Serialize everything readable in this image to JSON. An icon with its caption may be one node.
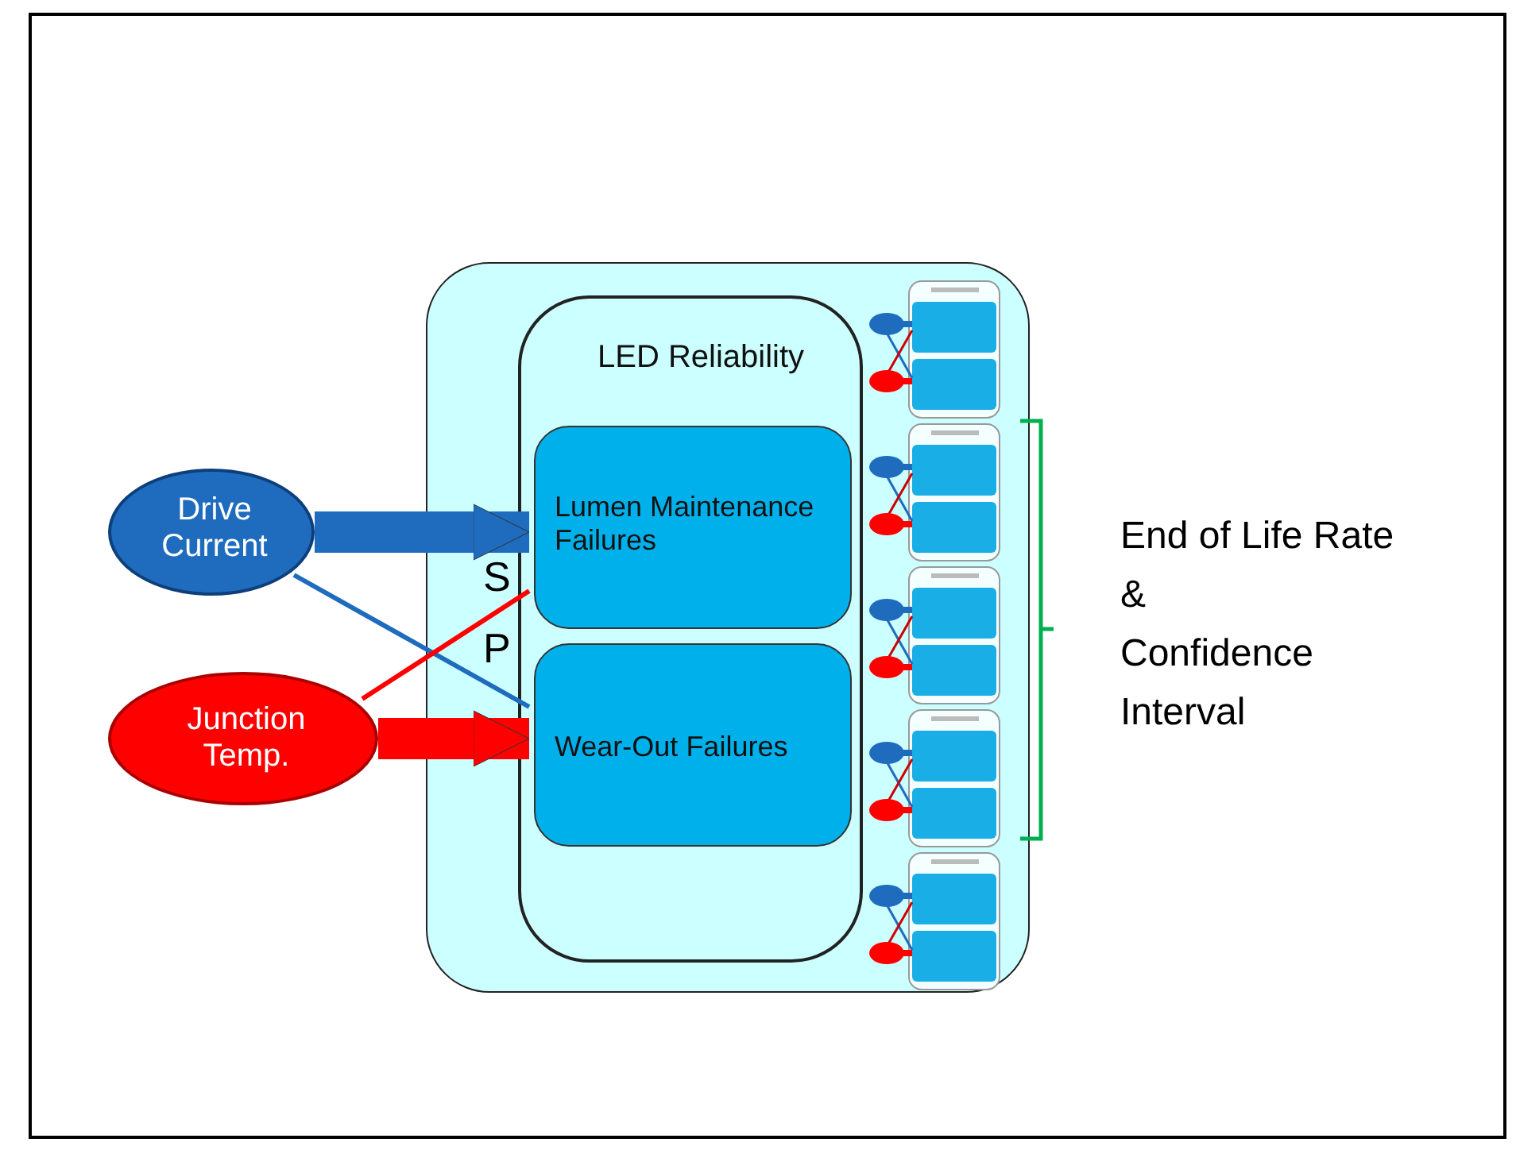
{
  "diagram": {
    "nodes": [
      {
        "text": [],
        "shape": "box"
      },
      {
        "text": [
          "LED Reliability"
        ],
        "in": 0
      },
      {
        "text": [
          "Lumen Maintenance Failures"
        ],
        "in": 1
      },
      {
        "text": [
          "Wear-Out Failures"
        ],
        "in": 1
      },
      {
        "text": [
          "Drive Current"
        ]
      },
      {
        "text": [
          "Junction Temp."
        ]
      },
      {
        "text": [],
        "shape": "picture",
        "in": 0
      },
      {
        "text": [],
        "shape": "picture",
        "in": 0
      },
      {
        "text": [],
        "shape": "picture",
        "in": 0
      },
      {
        "text": [],
        "shape": "picture",
        "in": 0
      },
      {
        "text": [],
        "shape": "picture",
        "in": 0
      }
    ],
    "edges": [
      {
        "from": 4,
        "to": 2,
        "arrow": "to",
        "style": "thick",
        "color": "#1f6cbf"
      },
      {
        "from": 4,
        "to": 3,
        "arrow": "none",
        "color": "#1f6cbf"
      },
      {
        "from": 5,
        "to": 3,
        "arrow": "to",
        "style": "thick",
        "color": "#ff0000"
      },
      {
        "from": 5,
        "to": 2,
        "arrow": "none",
        "color": "#ff0000"
      }
    ],
    "labels": [
      "S",
      "P",
      "End of Life Rate",
      "&",
      "Confidence",
      "Interval"
    ]
  }
}
